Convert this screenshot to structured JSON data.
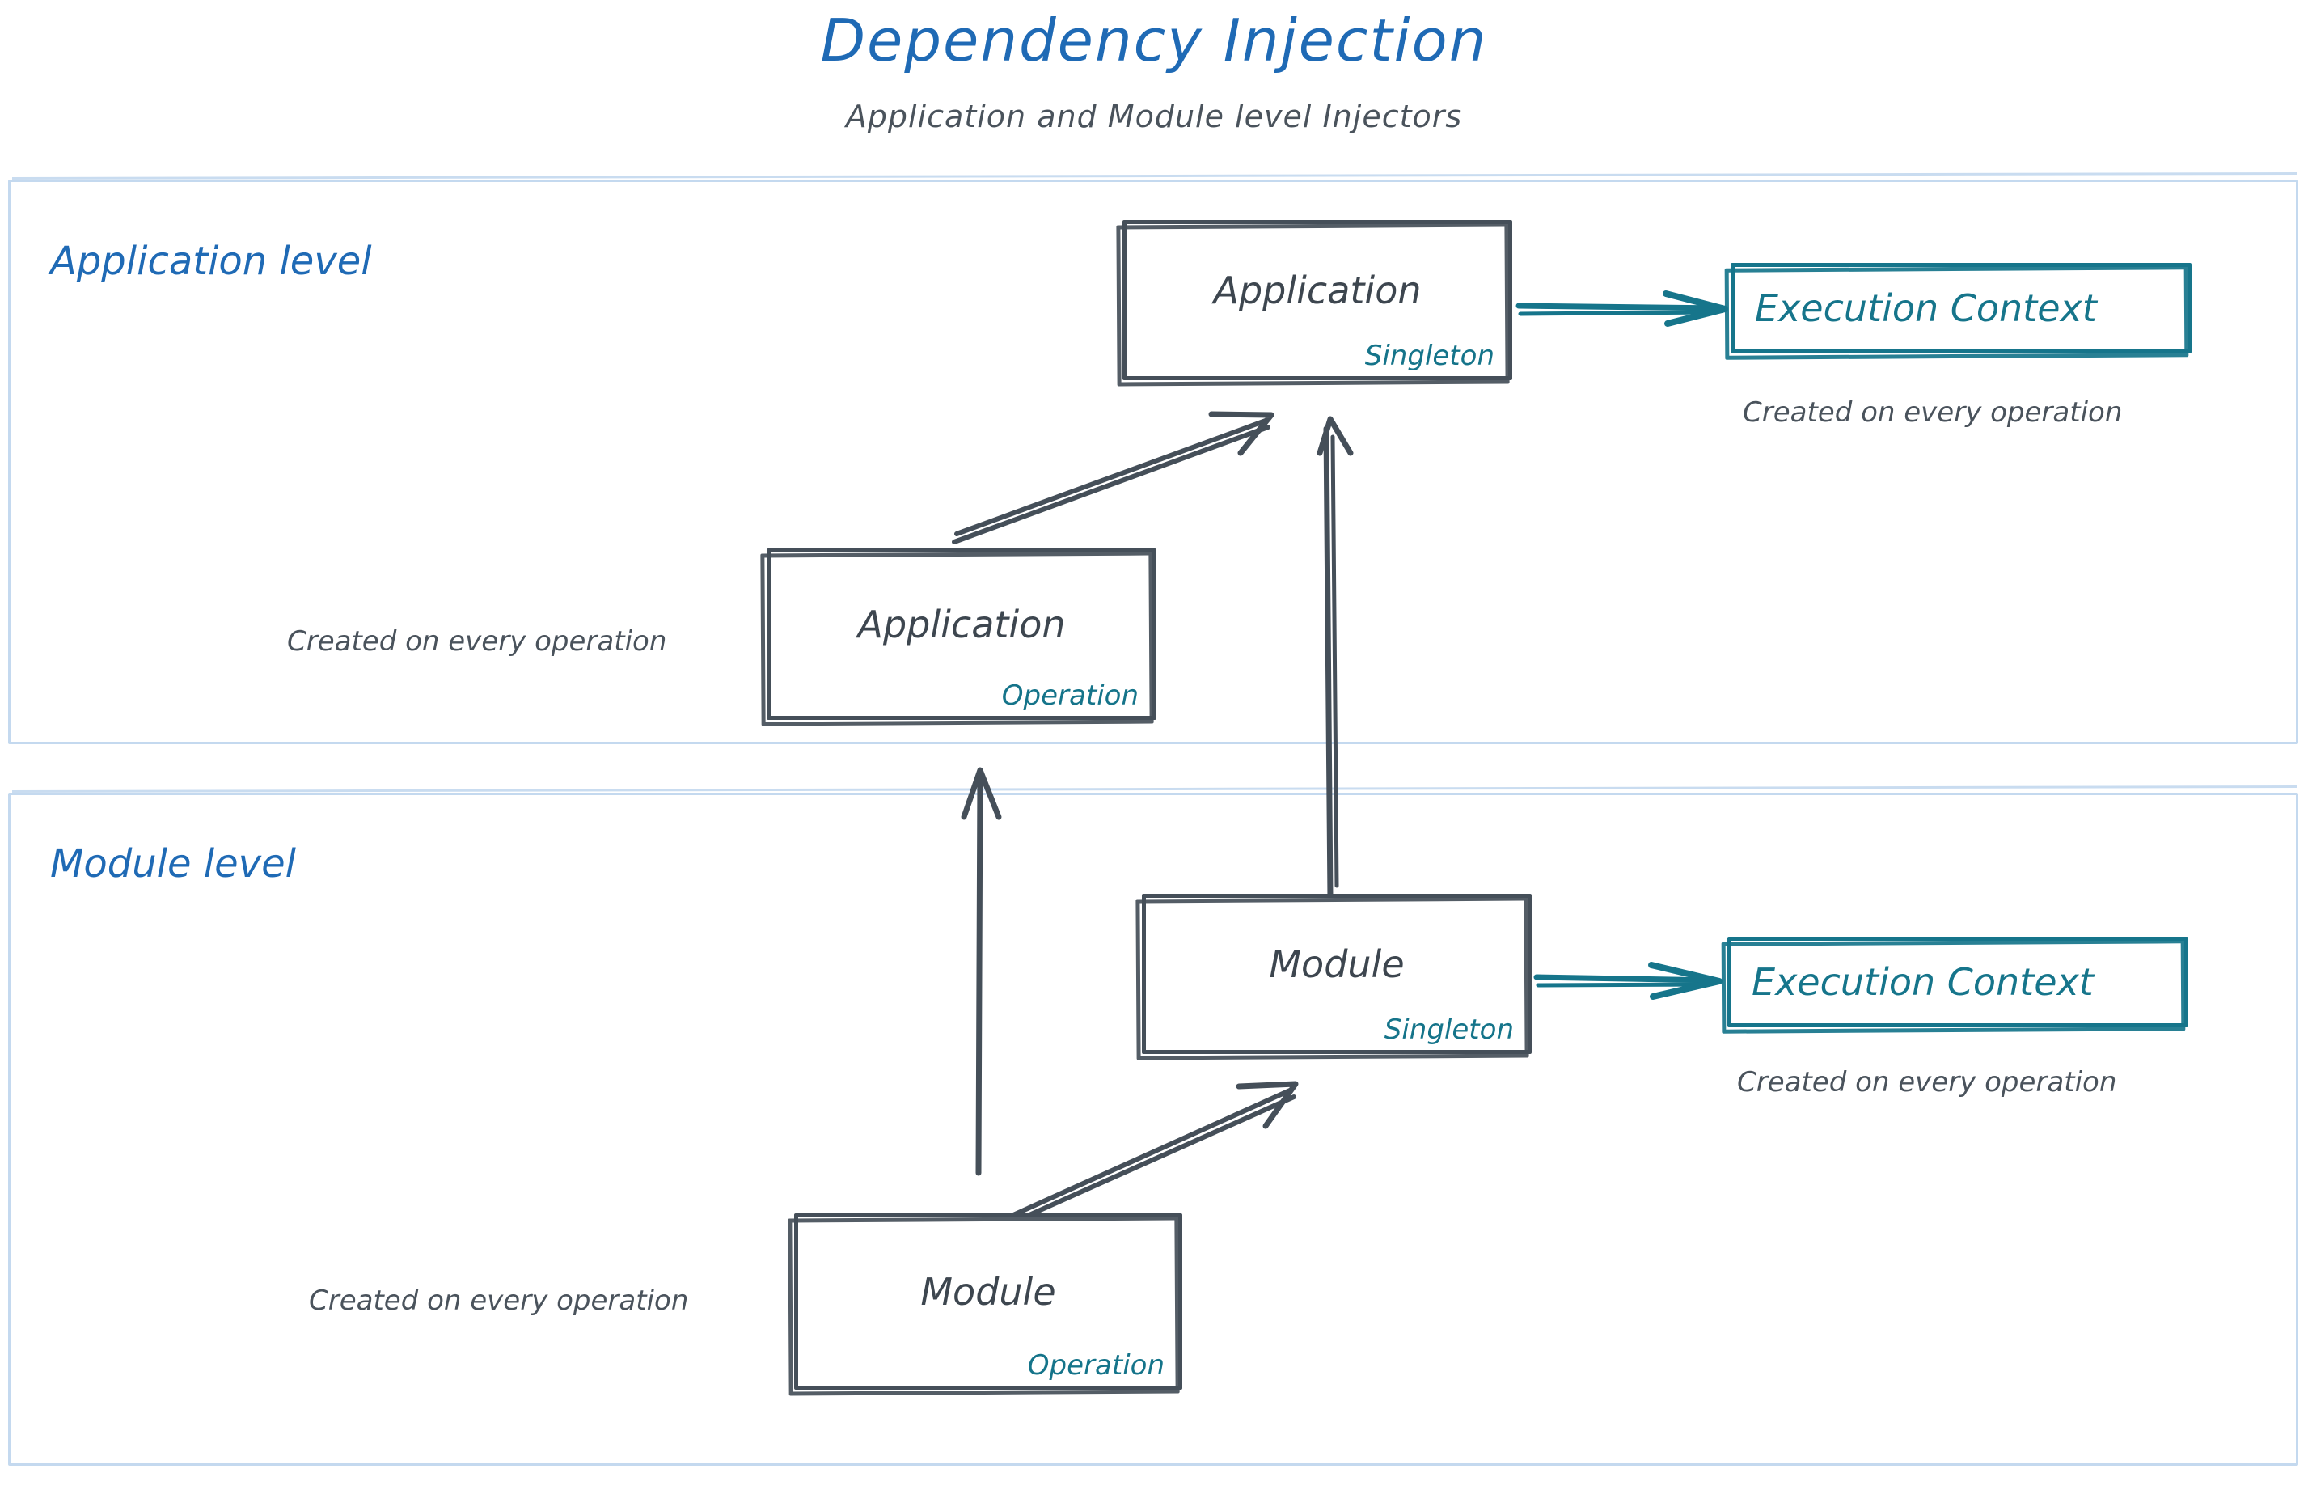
{
  "header": {
    "title": "Dependency Injection",
    "subtitle": "Application and Module level Injectors"
  },
  "colors": {
    "title_blue": "#1f6ab5",
    "level_border": "#c4d9ef",
    "node_stroke": "#454f59",
    "teal": "#16758b",
    "caption_gray": "#4a535c"
  },
  "levels": [
    {
      "id": "application-level",
      "label": "Application level",
      "nodes": [
        {
          "id": "application-singleton",
          "title": "Application",
          "scope": "Singleton",
          "style": "dark"
        },
        {
          "id": "application-execution-context",
          "title": "Execution Context",
          "scope": "",
          "style": "teal",
          "caption": "Created on every operation"
        },
        {
          "id": "application-operation",
          "title": "Application",
          "scope": "Operation",
          "style": "dark",
          "caption": "Created on every operation"
        }
      ]
    },
    {
      "id": "module-level",
      "label": "Module level",
      "nodes": [
        {
          "id": "module-singleton",
          "title": "Module",
          "scope": "Singleton",
          "style": "dark"
        },
        {
          "id": "module-execution-context",
          "title": "Execution Context",
          "scope": "",
          "style": "teal",
          "caption": "Created on every operation"
        },
        {
          "id": "module-operation",
          "title": "Module",
          "scope": "Operation",
          "style": "dark",
          "caption": "Created on every operation"
        }
      ]
    }
  ],
  "captions": {
    "app_exec_created": "Created on every operation",
    "app_operation_created": "Created on every operation",
    "module_exec_created": "Created on every operation",
    "module_operation_created": "Created on every operation"
  },
  "edges": [
    {
      "id": "app-singleton-to-exec-context",
      "from": "application-singleton",
      "to": "application-execution-context",
      "color": "#16758b"
    },
    {
      "id": "app-operation-to-app-singleton",
      "from": "application-operation",
      "to": "application-singleton",
      "color": "#454f59"
    },
    {
      "id": "module-singleton-to-app-singleton",
      "from": "module-singleton",
      "to": "application-singleton",
      "color": "#454f59"
    },
    {
      "id": "module-singleton-to-exec-context",
      "from": "module-singleton",
      "to": "module-execution-context",
      "color": "#16758b"
    },
    {
      "id": "module-operation-to-module-singleton",
      "from": "module-operation",
      "to": "module-singleton",
      "color": "#454f59"
    },
    {
      "id": "module-operation-to-application-level",
      "from": "module-operation",
      "to": "application-level",
      "color": "#454f59"
    }
  ]
}
